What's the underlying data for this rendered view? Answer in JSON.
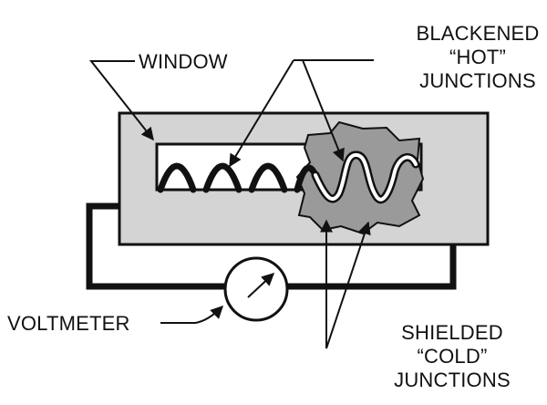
{
  "labels": {
    "window": "WINDOW",
    "hot_line1": "BLACKENED",
    "hot_line2": "“HOT”",
    "hot_line3": "JUNCTIONS",
    "voltmeter": "VOLTMETER",
    "cold_line1": "SHIELDED",
    "cold_line2": "“COLD”",
    "cold_line3": "JUNCTIONS"
  },
  "colors": {
    "outline": "#111111",
    "housing_fill": "#d4d4d4",
    "window_fill": "#ffffff",
    "shield_fill": "#9a9a9a",
    "wire": "#111111",
    "background": "#ffffff"
  }
}
